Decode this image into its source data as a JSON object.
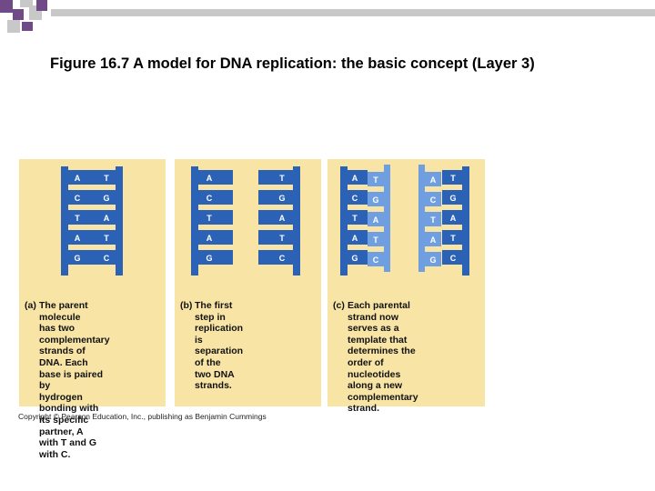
{
  "slide": {
    "title": "Figure 16.7  A model for DNA replication: the basic concept (Layer 3)",
    "copyright": "Copyright © Pearson Education, Inc., publishing as Benjamin Cummings"
  },
  "colors": {
    "panel_bg": "#f8e5a6",
    "strand_blue": "#2b62b6",
    "corner_purple": "#6f4a86",
    "topbar_gray": "#c8c8c8"
  },
  "panels": [
    {
      "id": "a",
      "label": "(a)",
      "caption": "The parent molecule\nhas two complementary\nstrands of DNA. Each\nbase is paired by\nhydrogen bonding with\nits specific partner, A\nwith T and G with C.",
      "left_bases": [
        "A",
        "C",
        "T",
        "A",
        "G"
      ],
      "right_bases": [
        "T",
        "G",
        "A",
        "T",
        "C"
      ]
    },
    {
      "id": "b",
      "label": "(b)",
      "caption": "The first step in\nreplication is\nseparation of the\ntwo DNA strands.",
      "left_bases": [
        "A",
        "C",
        "T",
        "A",
        "G"
      ],
      "right_bases": [
        "T",
        "G",
        "A",
        "T",
        "C"
      ]
    },
    {
      "id": "c",
      "label": "(c)",
      "caption": "Each parental strand now\nserves as a template that\ndetermines the order of\nnucleotides along a new\ncomplementary strand.",
      "left_bases": [
        "A",
        "C",
        "T",
        "A",
        "G"
      ],
      "right_bases": [
        "T",
        "G",
        "A",
        "T",
        "C"
      ],
      "new_strand_left": [
        "T",
        "G",
        "A",
        "T",
        "C"
      ],
      "new_strand_right": [
        "A",
        "C",
        "T",
        "A",
        "G"
      ]
    }
  ]
}
